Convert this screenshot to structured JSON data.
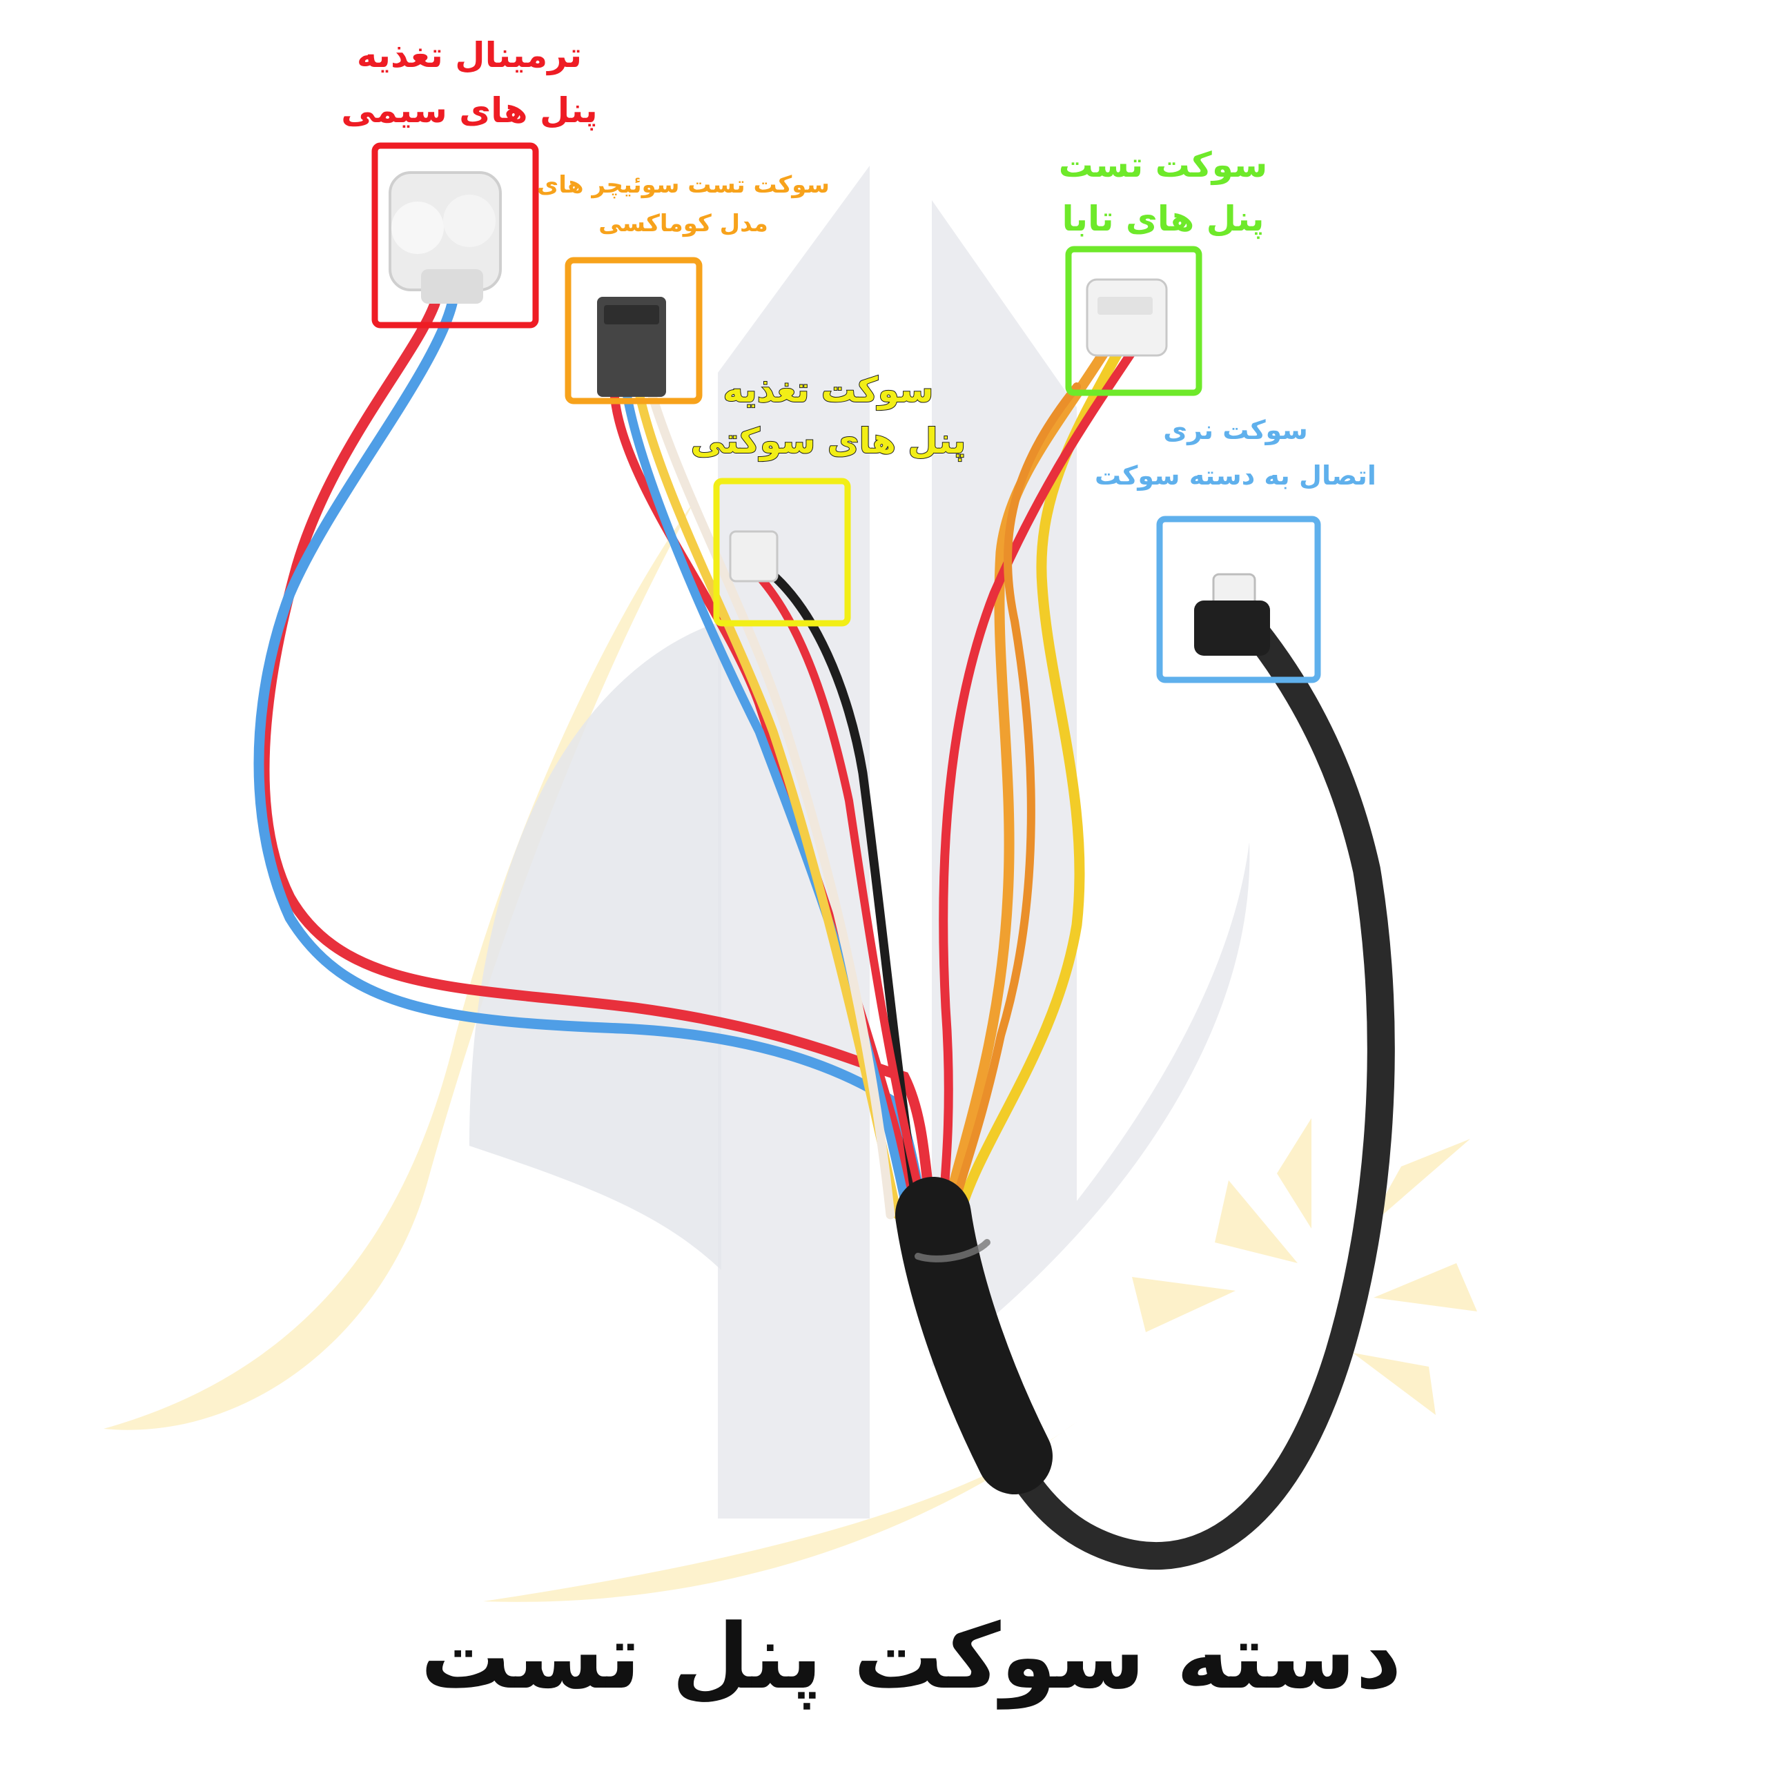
{
  "colors": {
    "red": "#ee1c24",
    "orange": "#f7a21b",
    "yellow": "#f2ee16",
    "green": "#6ee92a",
    "blue": "#5fb0ec",
    "title": "#111111",
    "watermark_gray": "#e4e6eb",
    "watermark_sun": "#fdf0c4"
  },
  "callouts": {
    "red": {
      "line1": "ترمینال تغذیه",
      "line2": "پنل های سیمی"
    },
    "orange": {
      "line1": "سوکت تست سوئیچر های",
      "line2": "مدل کوماکسی"
    },
    "yellow": {
      "line1": "سوکت تغذیه",
      "line2": "پنل های سوکتی"
    },
    "green": {
      "line1": "سوکت تست",
      "line2": "پنل های تابا"
    },
    "blue": {
      "line1": "سوکت نری",
      "line2": "اتصال به دسته سوکت"
    }
  },
  "title": "دسته سوکت پنل تست",
  "icons": {
    "watermark": "logo-watermark-icon",
    "connector": "connector-plug-icon"
  }
}
